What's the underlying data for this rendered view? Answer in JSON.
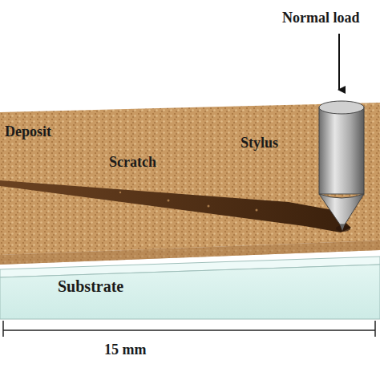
{
  "diagram": {
    "nodes": [
      {
        "text": [
          "Substrate"
        ]
      },
      {
        "text": [
          "Deposit"
        ]
      }
    ],
    "labels": [
      "Normal load",
      "Scratch",
      "Stylus",
      "15 mm"
    ]
  }
}
